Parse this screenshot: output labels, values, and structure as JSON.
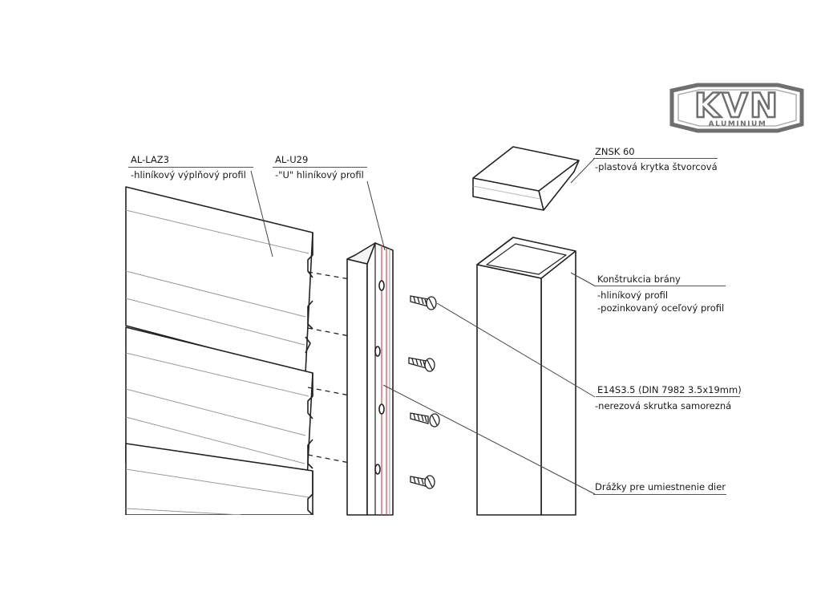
{
  "logo": {
    "text": "KVN",
    "subtext": "ALUMINIUM",
    "color": "#6f6f6f"
  },
  "labels": {
    "laz3": {
      "code": "AL-LAZ3",
      "desc": "-hliníkový výplňový profil"
    },
    "u29": {
      "code": "AL-U29",
      "desc": "-\"U\" hliníkový profil"
    },
    "znsk": {
      "code": "ZNSK 60",
      "desc": "-plastová krytka štvorcová"
    },
    "gate": {
      "code": "Konštrukcia brány",
      "desc1": "-hliníkový profil",
      "desc2": "-pozinkovaný oceľový profil"
    },
    "screw": {
      "code": "E14S3.5 (DIN 7982 3.5x19mm)",
      "desc": "-nerezová skrutka samorezná"
    },
    "grooves": {
      "code": "Drážky pre umiestnenie dier"
    }
  },
  "colors": {
    "line": "#222222",
    "groove": "#d94a4a",
    "leader": "#444444"
  }
}
